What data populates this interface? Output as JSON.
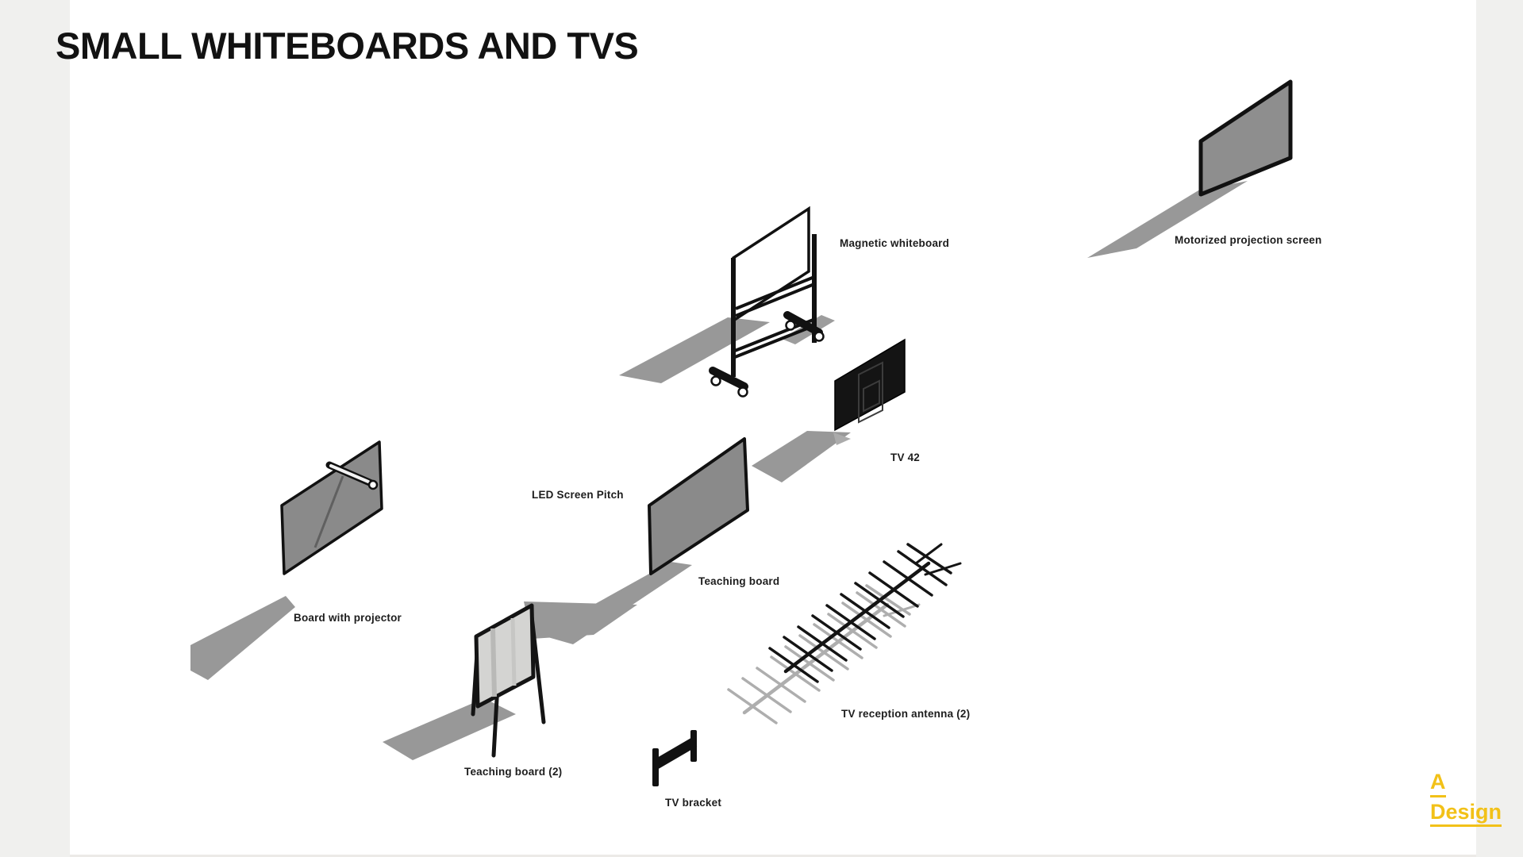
{
  "page": {
    "title": "SMALL WHITEBOARDS AND TVS"
  },
  "items": [
    {
      "id": "magnetic-whiteboard",
      "label": "Magnetic whiteboard"
    },
    {
      "id": "motorized-projection-screen",
      "label": "Motorized projection screen"
    },
    {
      "id": "tv-42",
      "label": "TV 42"
    },
    {
      "id": "led-screen-pitch",
      "label": "LED Screen Pitch"
    },
    {
      "id": "teaching-board",
      "label": "Teaching board"
    },
    {
      "id": "board-with-projector",
      "label": "Board with projector"
    },
    {
      "id": "teaching-board-2",
      "label": "Teaching board (2)"
    },
    {
      "id": "tv-reception-antenna",
      "label": "TV reception antenna (2)"
    },
    {
      "id": "tv-bracket",
      "label": "TV bracket"
    }
  ],
  "logo": {
    "line1": "A",
    "line2": "Design",
    "color": "#f2c118"
  },
  "colors": {
    "ink": "#141414",
    "board_gray": "#8a8a8a",
    "shadow_gray": "#989898",
    "easel_gray": "#d4d4d2",
    "tv_black": "#141414",
    "margin_strip": "#f0f0ee",
    "title_ink": "#121212"
  }
}
